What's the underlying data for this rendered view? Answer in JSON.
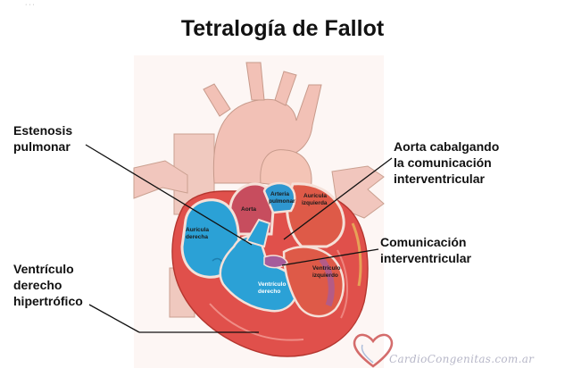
{
  "title": "Tetralogía de Fallot",
  "corner_mark": "· · ·",
  "callouts": {
    "estenosis": [
      "Estenosis",
      "pulmonar"
    ],
    "ventriculo_hipertrofico": [
      "Ventrículo",
      "derecho",
      "hipertrófico"
    ],
    "aorta_cabalgando": [
      "Aorta cabalgando",
      "la comunicación",
      "interventricular"
    ],
    "comunicacion": [
      "Comunicación",
      "interventricular"
    ]
  },
  "inner_labels": {
    "aorta": "Aorta",
    "arteria_pulmonar": [
      "Arteria",
      "pulmonar"
    ],
    "auricula_izquierda": [
      "Aurícula",
      "izquierda"
    ],
    "auricula_derecha": [
      "Aurícula",
      "derecha"
    ],
    "ventriculo_izquierdo": [
      "Ventrículo",
      "izquierdo"
    ],
    "ventriculo_derecho": [
      "Ventrículo",
      "derecho"
    ]
  },
  "watermark": "CardioCongenitas.com.ar",
  "colors": {
    "oxygen_poor": "#2ba1d6",
    "oxygen_rich": "#de5040",
    "muscle": "#e0504b",
    "vessel": "#f2c1b6",
    "aorta_interior": "#c74d5e",
    "mixed": "#a65c9b",
    "watermark_heart": "#c63c3c"
  }
}
